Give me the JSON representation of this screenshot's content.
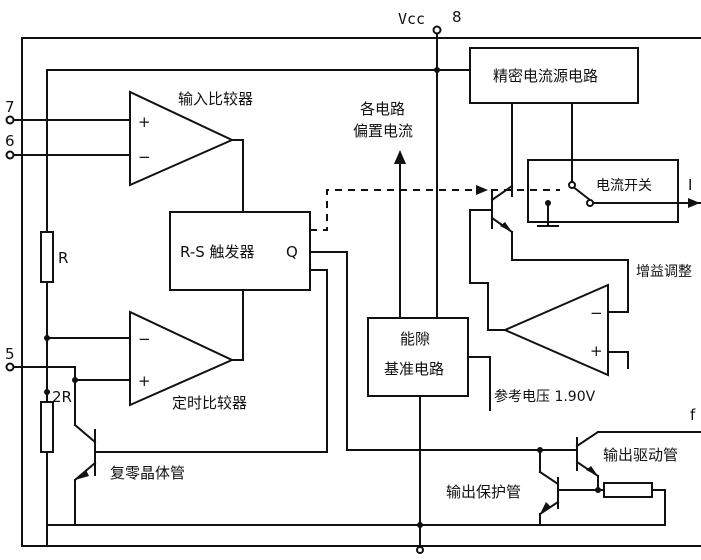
{
  "diagram": {
    "pins": {
      "vcc": "Vcc",
      "p8": "8",
      "p7": "7",
      "p6": "6",
      "p5": "5"
    },
    "blocks": {
      "input_comparator": "输入比较器",
      "timing_comparator": "定时比较器",
      "rs_flipflop": "R-S 触发器",
      "rs_q": "Q",
      "precision_current_source": "精密电流源电路",
      "current_switch": "电流开关",
      "bandgap_line1": "能隙",
      "bandgap_line2": "基准电路",
      "bias_line1": "各电路",
      "bias_line2": "偏置电流",
      "gain_adjust": "增益调整",
      "reference_voltage": "参考电压 1.90V",
      "output_driver": "输出驱动管",
      "output_protect": "输出保护管",
      "reset_transistor": "复零晶体管"
    },
    "components": {
      "resistor_r": "R",
      "resistor_2r": "2R"
    },
    "signs": {
      "plus": "+",
      "minus": "−"
    },
    "edge_labels": {
      "current_out": "I",
      "fo": "f"
    }
  }
}
